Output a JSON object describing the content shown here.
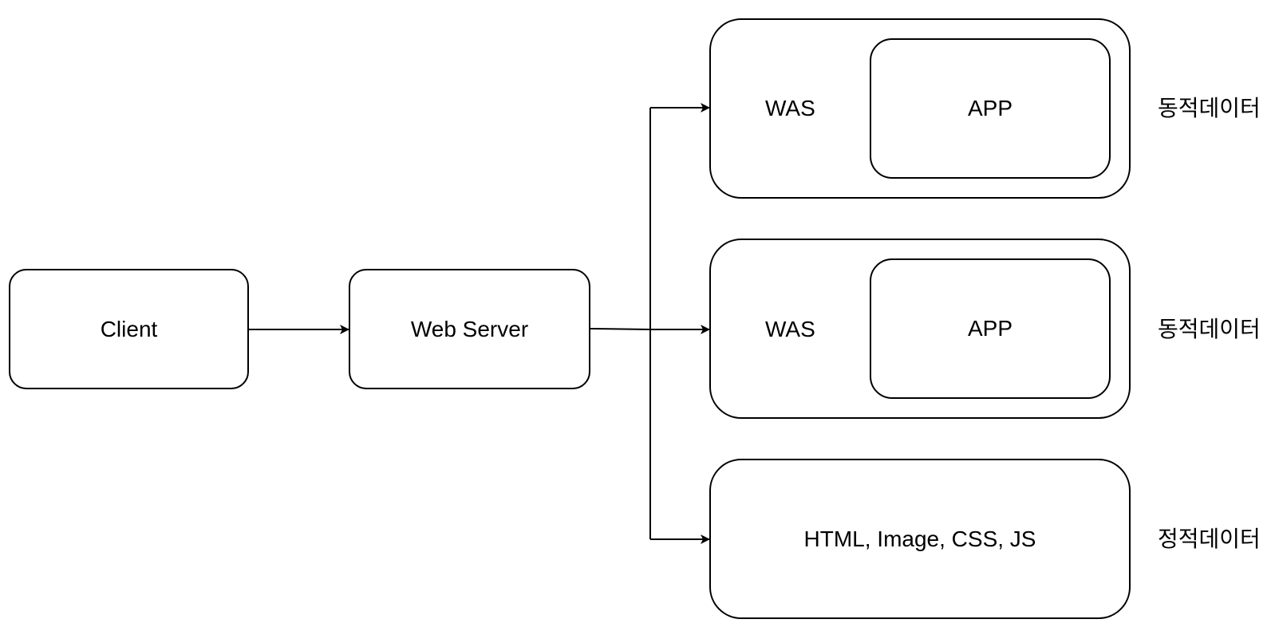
{
  "nodes": {
    "client": "Client",
    "web_server": "Web Server",
    "was_1": {
      "label": "WAS",
      "app": "APP",
      "note": "동적데이터"
    },
    "was_2": {
      "label": "WAS",
      "app": "APP",
      "note": "동적데이터"
    },
    "static": {
      "label": "HTML, Image, CSS, JS",
      "note": "정적데이터"
    }
  },
  "colors": {
    "stroke": "#000000",
    "fill": "#ffffff"
  }
}
